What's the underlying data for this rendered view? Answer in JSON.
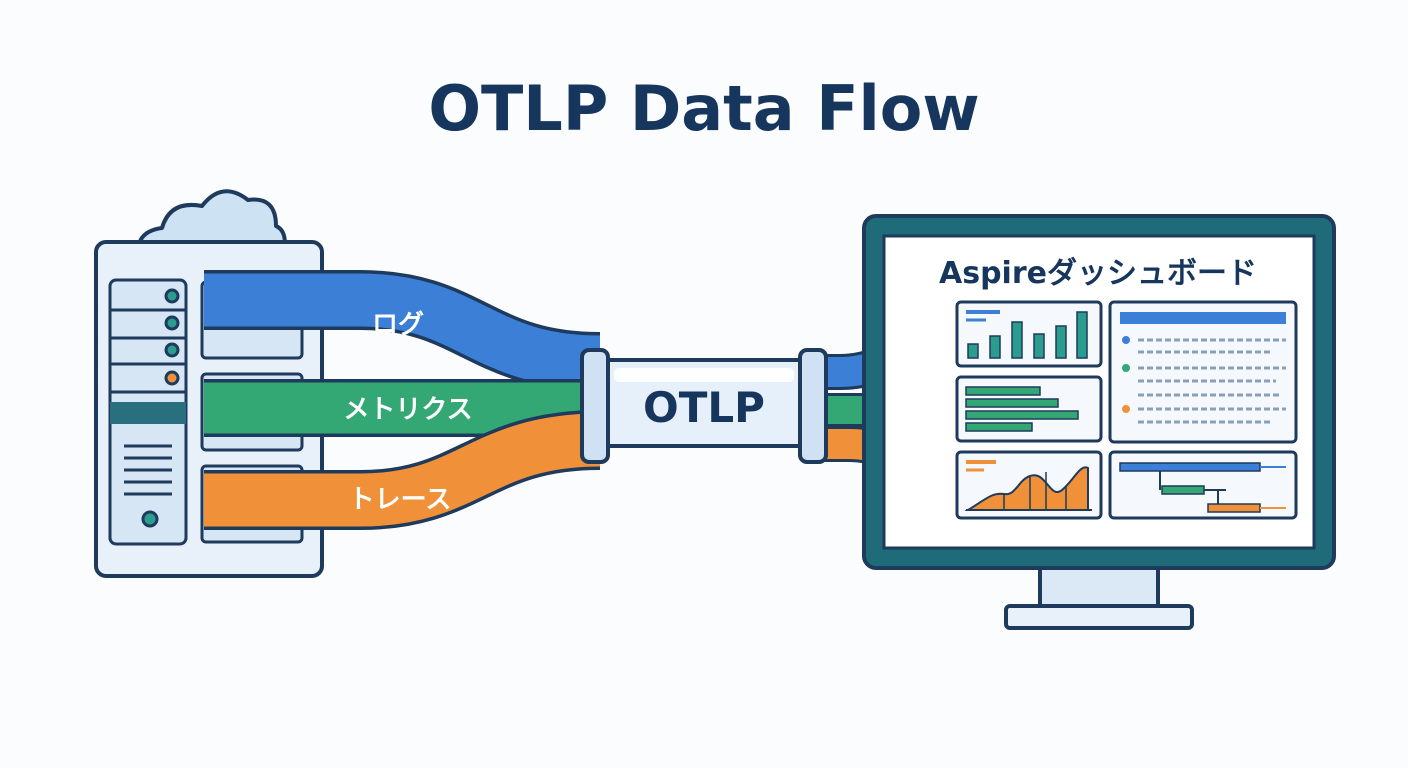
{
  "title": "OTLP Data Flow",
  "flows": [
    {
      "label": "ログ",
      "color": "#3b7fd6"
    },
    {
      "label": "メトリクス",
      "color": "#34a874"
    },
    {
      "label": "トレース",
      "color": "#f0913a"
    }
  ],
  "pipe": {
    "label": "OTLP"
  },
  "dashboard": {
    "title": "Aspireダッシュボード"
  },
  "colors": {
    "outline": "#1e3a5c",
    "screen_frame": "#1f6b7a",
    "light_fill": "#dbe9f6"
  }
}
